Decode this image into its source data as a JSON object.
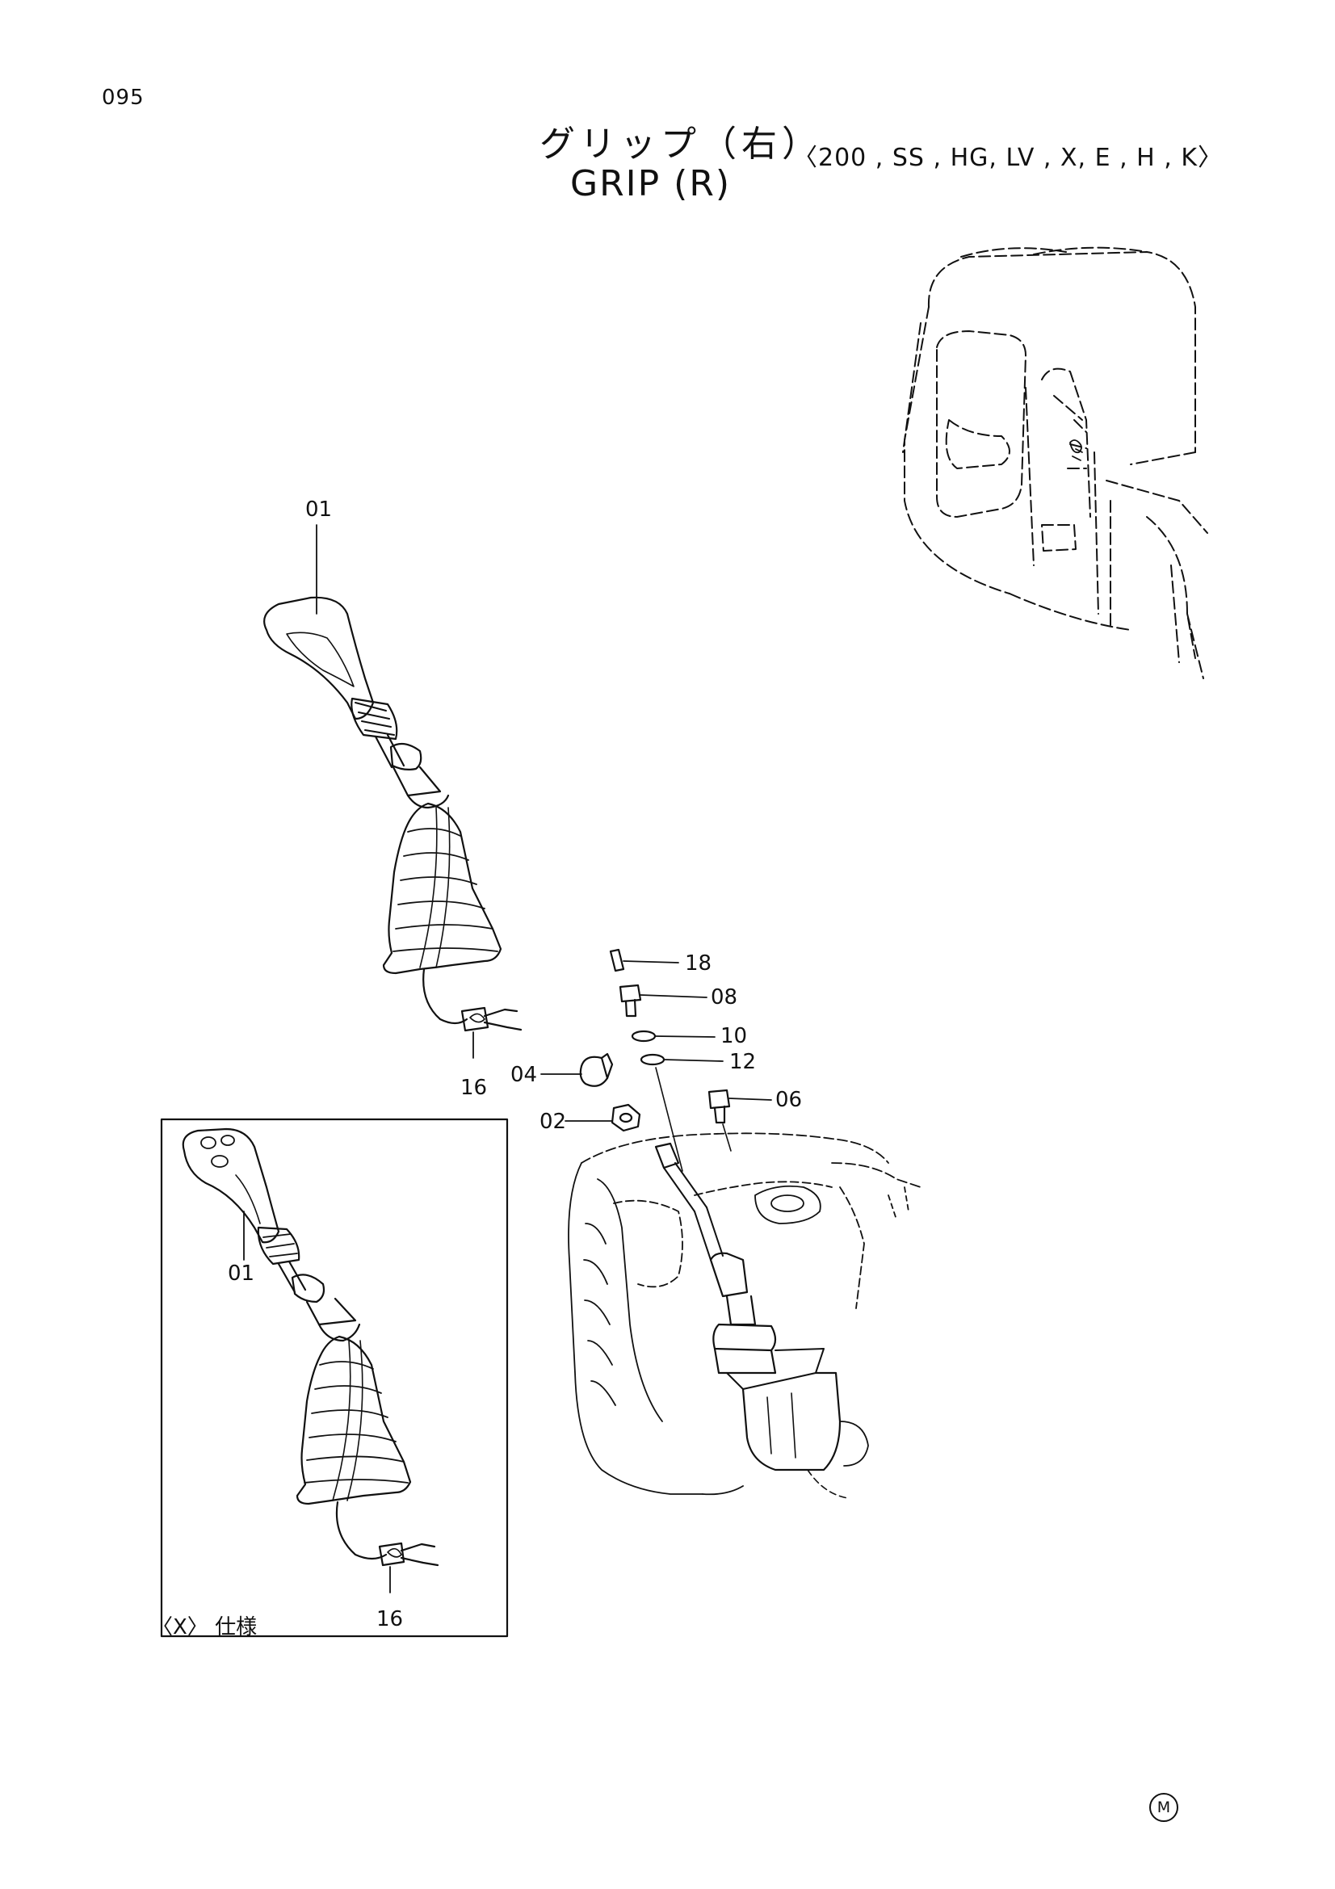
{
  "page_number": "095",
  "title": {
    "japanese": "グリップ（右）",
    "models": "〈200 , SS , HG, LV , X, E , H , K〉",
    "english": "GRIP (R)"
  },
  "inset": {
    "note": "〈X〉 仕様"
  },
  "callouts": {
    "p01_main": "01",
    "p16_main": "16",
    "p18": "18",
    "p08": "08",
    "p10": "10",
    "p12": "12",
    "p04": "04",
    "p06": "06",
    "p02": "02",
    "p01_inset": "01",
    "p16_inset": "16"
  },
  "marks": {
    "corner_mark": "M"
  }
}
